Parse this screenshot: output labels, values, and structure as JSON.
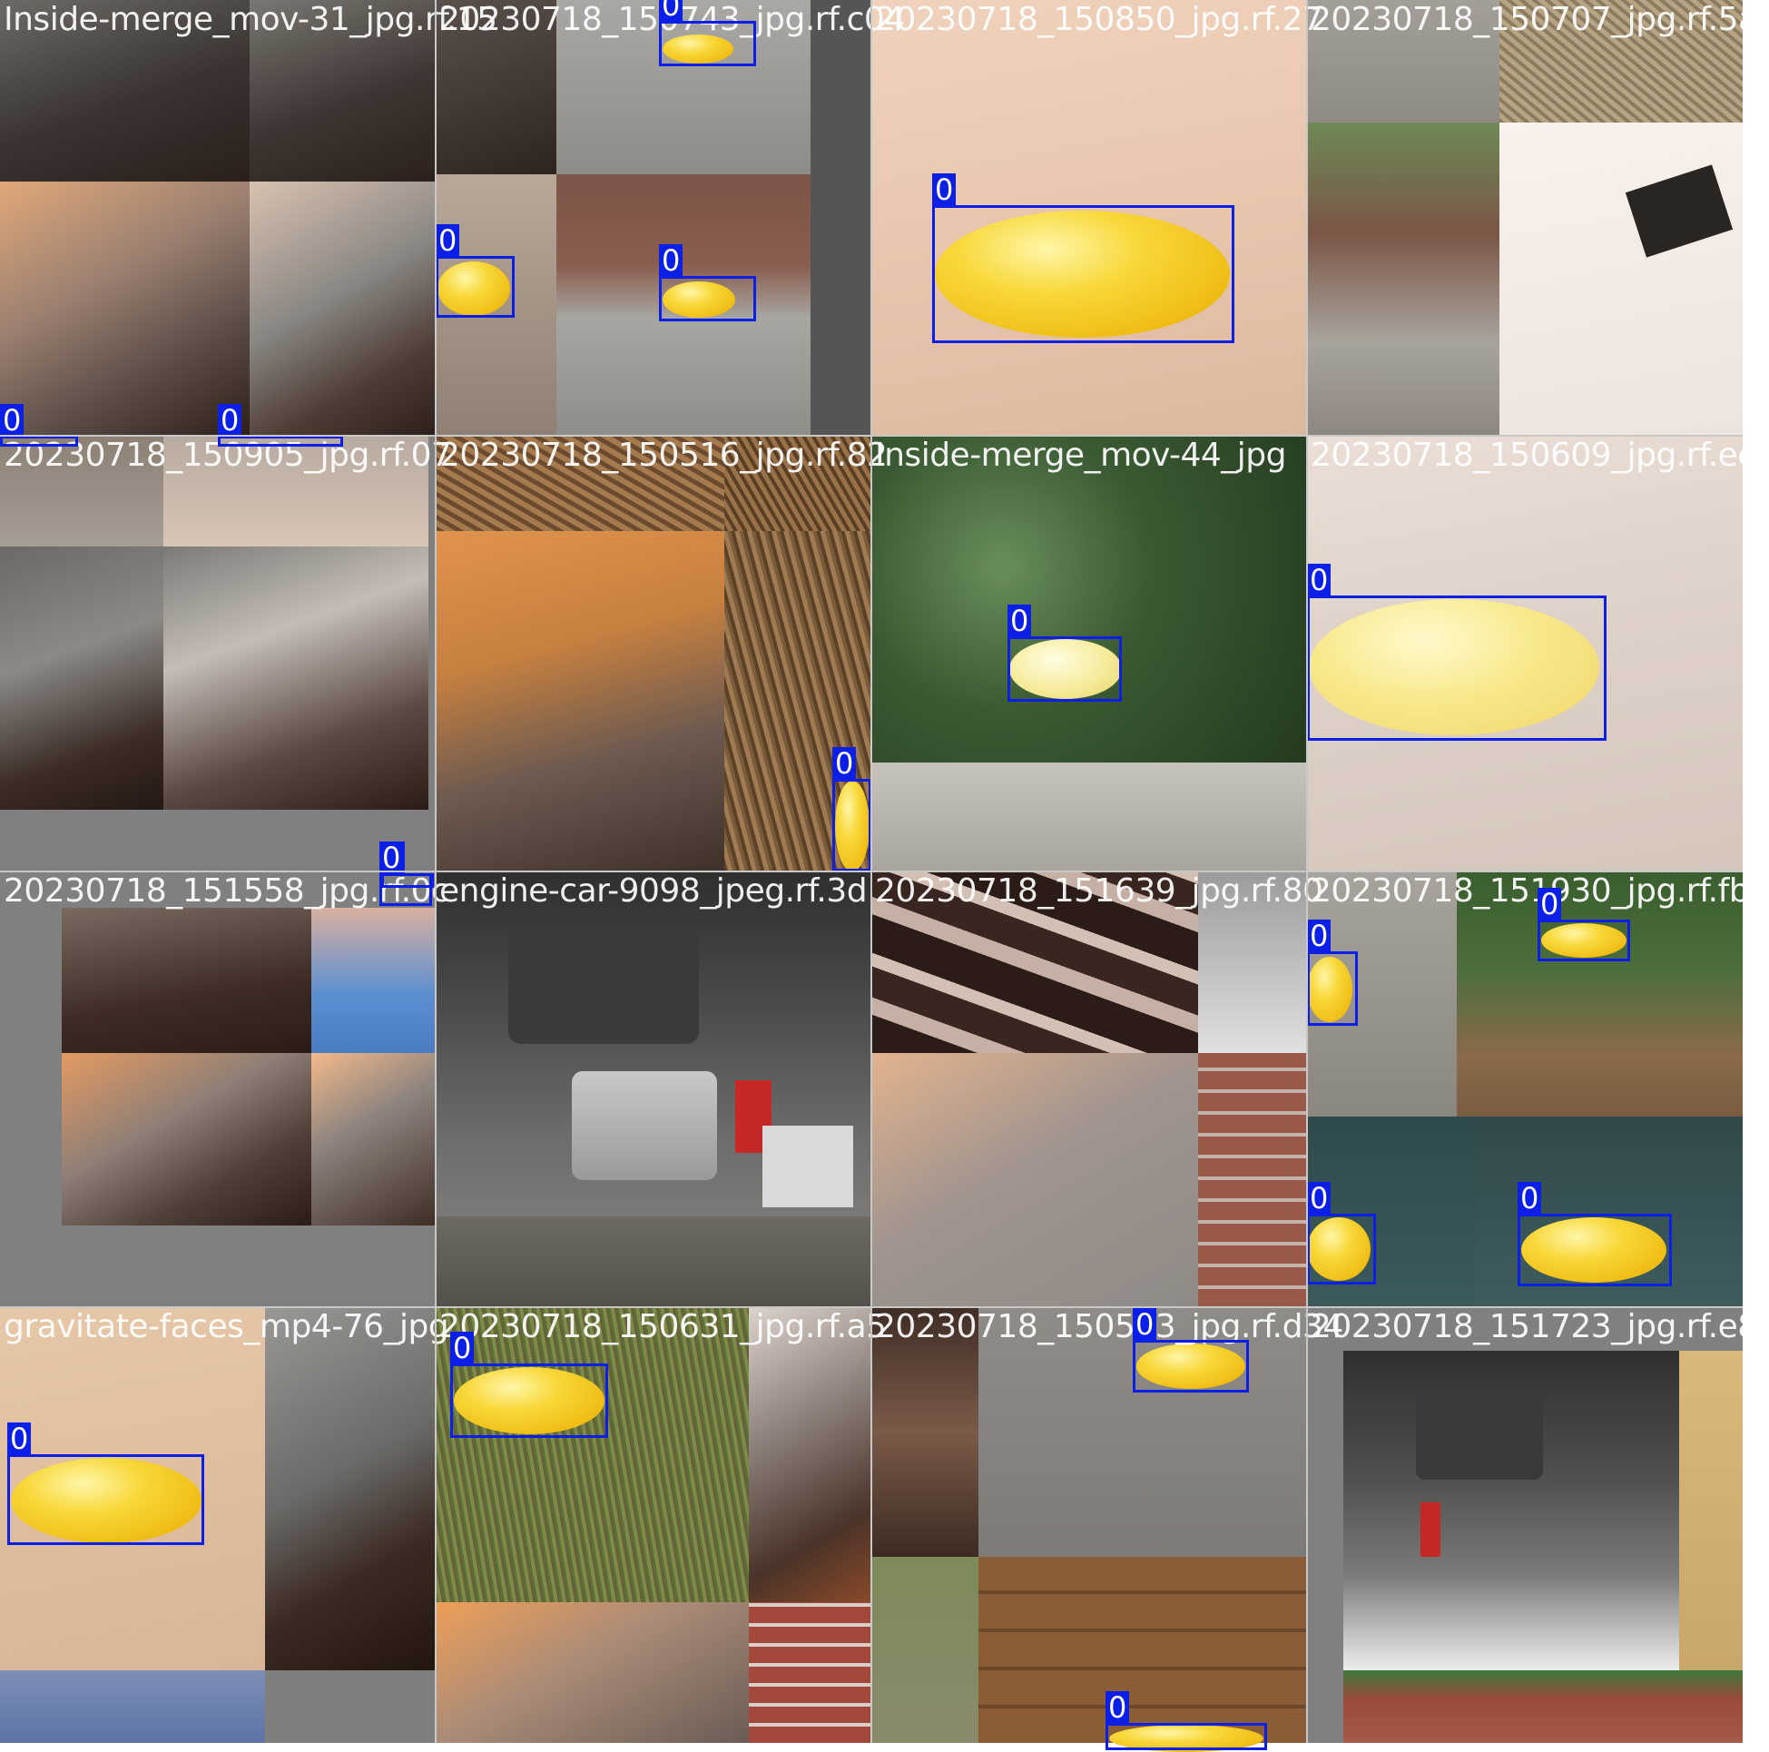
{
  "grid": {
    "colors": {
      "box": "#0b1fe6",
      "box_label_text": "#ffffff",
      "filename_text": "#ffffff"
    },
    "tiles": [
      {
        "filename": "Inside-merge_mov-31_jpg.rf.15",
        "boxes": [
          {
            "label": "0"
          },
          {
            "label": "0"
          }
        ]
      },
      {
        "filename": "20230718_150743_jpg.rf.c04",
        "boxes": [
          {
            "label": "0"
          },
          {
            "label": "0"
          },
          {
            "label": "0"
          }
        ]
      },
      {
        "filename": "20230718_150850_jpg.rf.27",
        "boxes": [
          {
            "label": "0"
          }
        ]
      },
      {
        "filename": "20230718_150707_jpg.rf.5a",
        "boxes": []
      },
      {
        "filename": "20230718_150905_jpg.rf.07",
        "boxes": [
          {
            "label": "0"
          }
        ]
      },
      {
        "filename": "20230718_150516_jpg.rf.82",
        "boxes": [
          {
            "label": "0"
          }
        ]
      },
      {
        "filename": "Inside-merge_mov-44_jpg",
        "boxes": [
          {
            "label": "0"
          }
        ]
      },
      {
        "filename": "20230718_150609_jpg.rf.ee",
        "boxes": [
          {
            "label": "0"
          }
        ]
      },
      {
        "filename": "20230718_151558_jpg.rf.0c",
        "boxes": []
      },
      {
        "filename": "engine-car-9098_jpeg.rf.3d",
        "boxes": []
      },
      {
        "filename": "20230718_151639_jpg.rf.80",
        "boxes": []
      },
      {
        "filename": "20230718_151930_jpg.rf.fba",
        "boxes": [
          {
            "label": "0"
          },
          {
            "label": "0"
          },
          {
            "label": "0"
          },
          {
            "label": "0"
          }
        ]
      },
      {
        "filename": "gravitate-faces_mp4-76_jpg",
        "boxes": [
          {
            "label": "0"
          }
        ]
      },
      {
        "filename": "20230718_150631_jpg.rf.a5",
        "boxes": [
          {
            "label": "0"
          }
        ]
      },
      {
        "filename": "20230718_150503_jpg.rf.d34",
        "boxes": [
          {
            "label": "0"
          },
          {
            "label": "0"
          }
        ]
      },
      {
        "filename": "20230718_151723_jpg.rf.e8",
        "boxes": []
      }
    ],
    "extra_boxes": [
      {
        "label": "0"
      }
    ]
  }
}
